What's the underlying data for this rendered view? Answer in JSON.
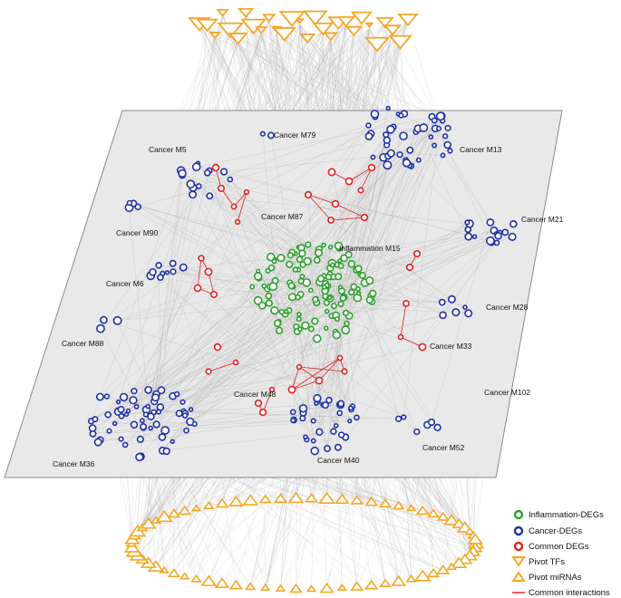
{
  "modules": [
    {
      "id": "M5",
      "label": "Cancer M5"
    },
    {
      "id": "M79",
      "label": "Cancer M79"
    },
    {
      "id": "M13",
      "label": "Cancer M13"
    },
    {
      "id": "M87",
      "label": "Cancer M87"
    },
    {
      "id": "M21",
      "label": "Cancer M21"
    },
    {
      "id": "M90",
      "label": "Cancer M90"
    },
    {
      "id": "M15",
      "label": "Inflammation M15"
    },
    {
      "id": "M6",
      "label": "Cancer M6"
    },
    {
      "id": "M28",
      "label": "Cancer M28"
    },
    {
      "id": "M88",
      "label": "Cancer M88"
    },
    {
      "id": "M33",
      "label": "Cancer M33"
    },
    {
      "id": "M102",
      "label": "Cancer M102"
    },
    {
      "id": "M48",
      "label": "Cancer M48"
    },
    {
      "id": "M52",
      "label": "Cancer M52"
    },
    {
      "id": "M40",
      "label": "Cancer M40"
    },
    {
      "id": "M36",
      "label": "Cancer M36"
    }
  ],
  "legend": [
    {
      "label": "Inflammation-DEGs",
      "kind": "ring",
      "color": "#2ca02c"
    },
    {
      "label": "Cancer-DEGs",
      "kind": "ring",
      "color": "#1f2fa8"
    },
    {
      "label": "Common DEGs",
      "kind": "ring",
      "color": "#e02020"
    },
    {
      "label": "Pivot TFs",
      "kind": "tri-down",
      "color": "#f5a623"
    },
    {
      "label": "Pivot miRNAs",
      "kind": "tri-up",
      "color": "#f5a623"
    },
    {
      "label": "Common interactions",
      "kind": "line",
      "color": "#e02020"
    }
  ],
  "colors": {
    "plane_fill": "#e9e9e9",
    "plane_edge": "#8a8a8a",
    "edge_gray": "#b8b8b8",
    "tf_mirna": "#f5a623"
  }
}
